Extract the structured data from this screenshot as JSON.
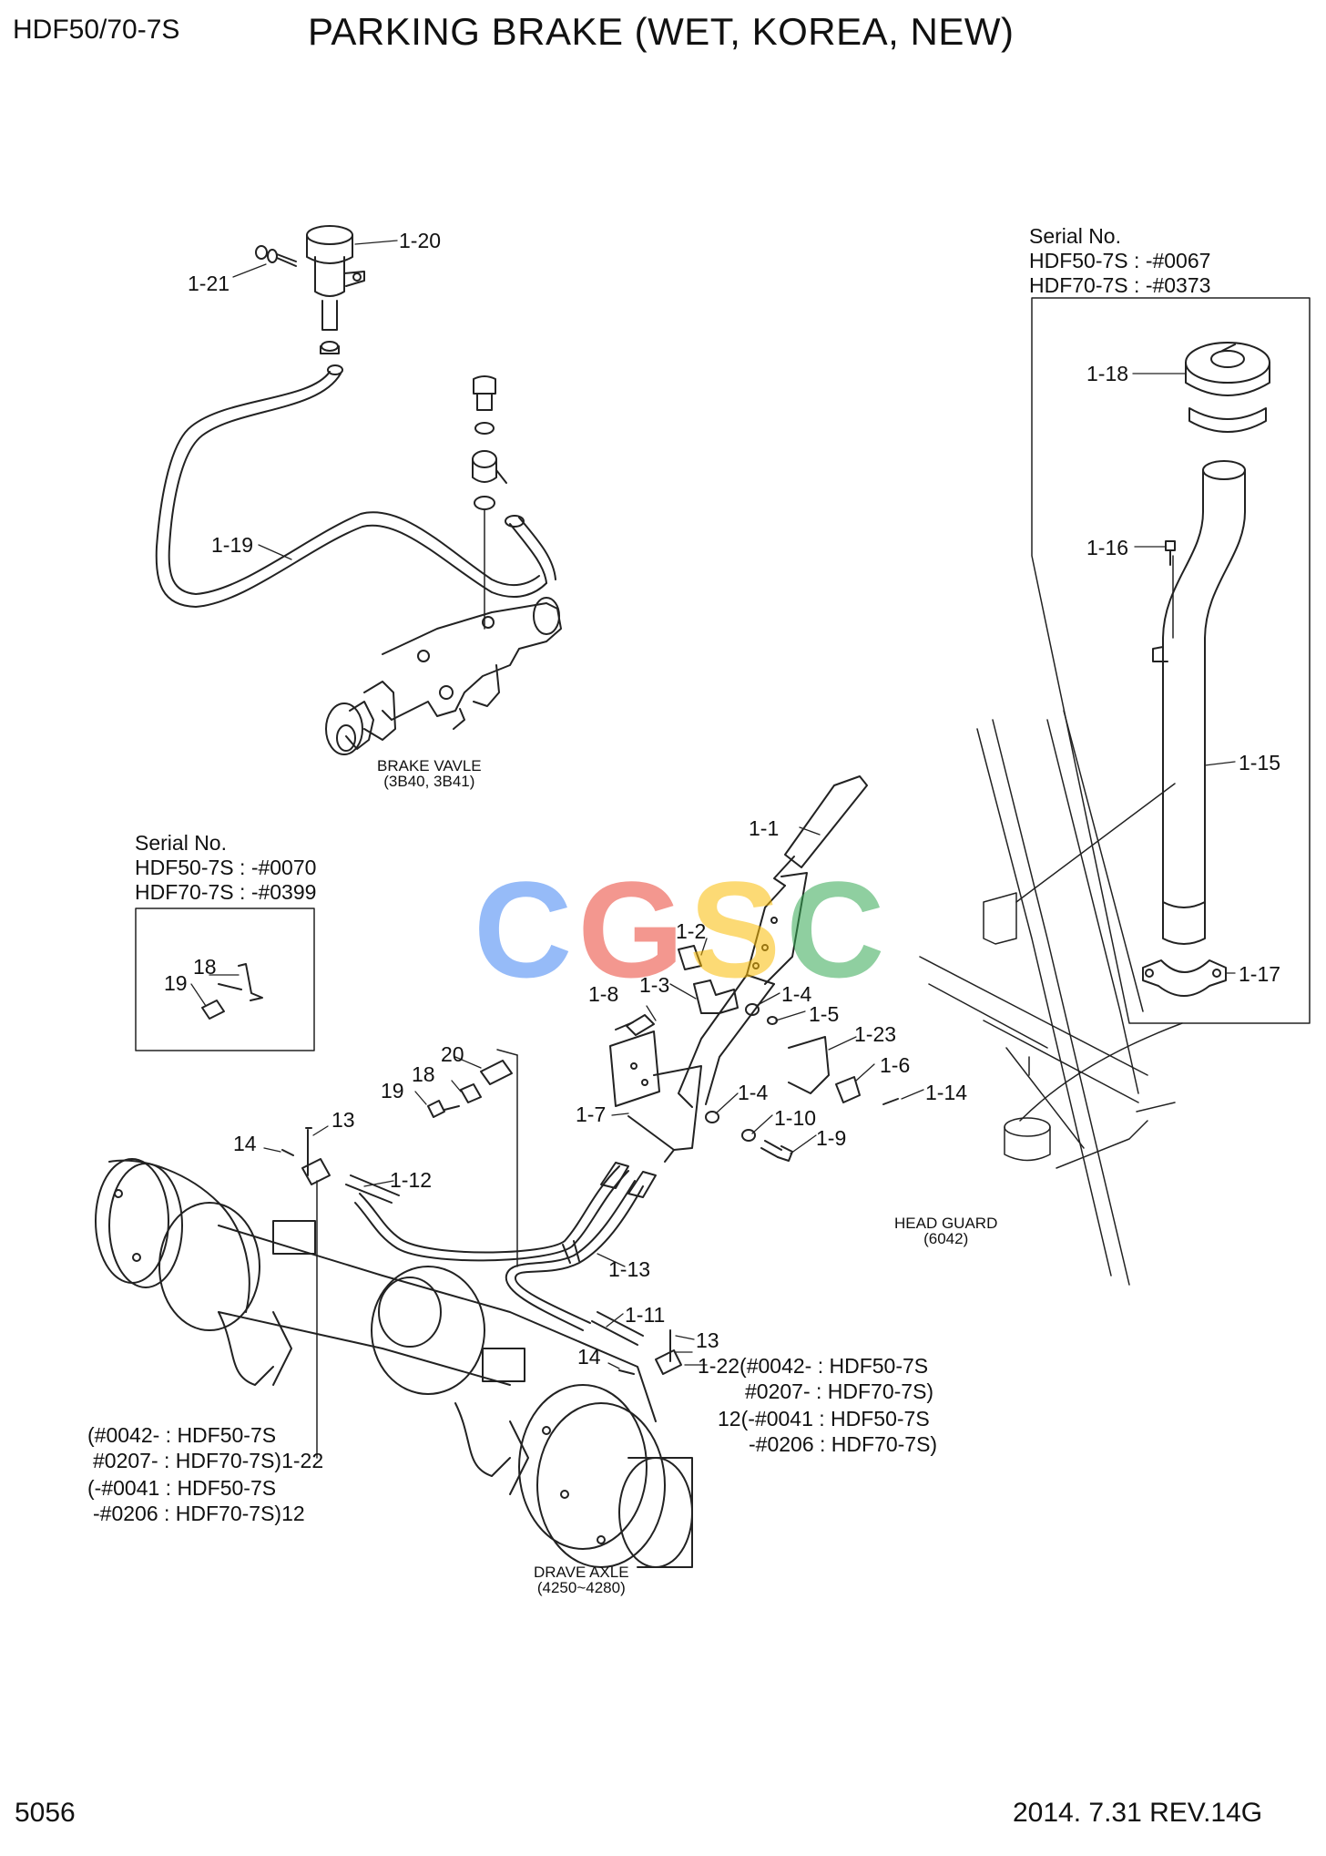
{
  "header": {
    "model": "HDF50/70-7S",
    "title": "PARKING BRAKE (WET, KOREA, NEW)"
  },
  "footer": {
    "page": "5056",
    "revision": "2014. 7.31  REV.14G"
  },
  "serial_boxes": {
    "right": {
      "heading": "Serial No.",
      "line1": "HDF50-7S : -#0067",
      "line2": "HDF70-7S : -#0373"
    },
    "left": {
      "heading": "Serial No.",
      "line1": "HDF50-7S : -#0070",
      "line2": "HDF70-7S : -#0399"
    }
  },
  "assemblies": {
    "brake_valve": {
      "name": "BRAKE VAVLE",
      "code": "(3B40, 3B41)"
    },
    "head_guard": {
      "name": "HEAD GUARD",
      "code": "(6042)"
    },
    "drive_axle": {
      "name": "DRAVE AXLE",
      "code": "(4250~4280)"
    }
  },
  "part_labels": {
    "p1_20": "1-20",
    "p1_21": "1-21",
    "p1_19": "1-19",
    "p1_18": "1-18",
    "p1_16": "1-16",
    "p1_15": "1-15",
    "p1_17": "1-17",
    "p1_1": "1-1",
    "p1_2": "1-2",
    "p1_3": "1-3",
    "p1_4a": "1-4",
    "p1_5": "1-5",
    "p1_8": "1-8",
    "p1_23": "1-23",
    "p1_6": "1-6",
    "p1_14": "1-14",
    "p1_4b": "1-4",
    "p1_10": "1-10",
    "p1_9": "1-9",
    "p1_7": "1-7",
    "p1_12": "1-12",
    "p1_13": "1-13",
    "p1_11": "1-11",
    "p20": "20",
    "p18a": "18",
    "p19a": "19",
    "p18b": "18",
    "p19b": "19",
    "p14a": "14",
    "p13a": "13",
    "p14b": "14",
    "p13b": "13"
  },
  "notes": {
    "right_a1": "1-22(#0042- : HDF50-7S",
    "right_a2": "#0207- : HDF70-7S)",
    "right_b1": "12(-#0041 : HDF50-7S",
    "right_b2": "-#0206 : HDF70-7S)",
    "left_a1": "(#0042- : HDF50-7S",
    "left_a2": "#0207- : HDF70-7S)1-22",
    "left_b1": "(-#0041 : HDF50-7S",
    "left_b2": "-#0206 : HDF70-7S)12"
  },
  "watermark": {
    "letters": [
      "C",
      "G",
      "S",
      "C"
    ],
    "colors": [
      "#4285F4",
      "#EA4335",
      "#FBBC05",
      "#34A853"
    ]
  }
}
